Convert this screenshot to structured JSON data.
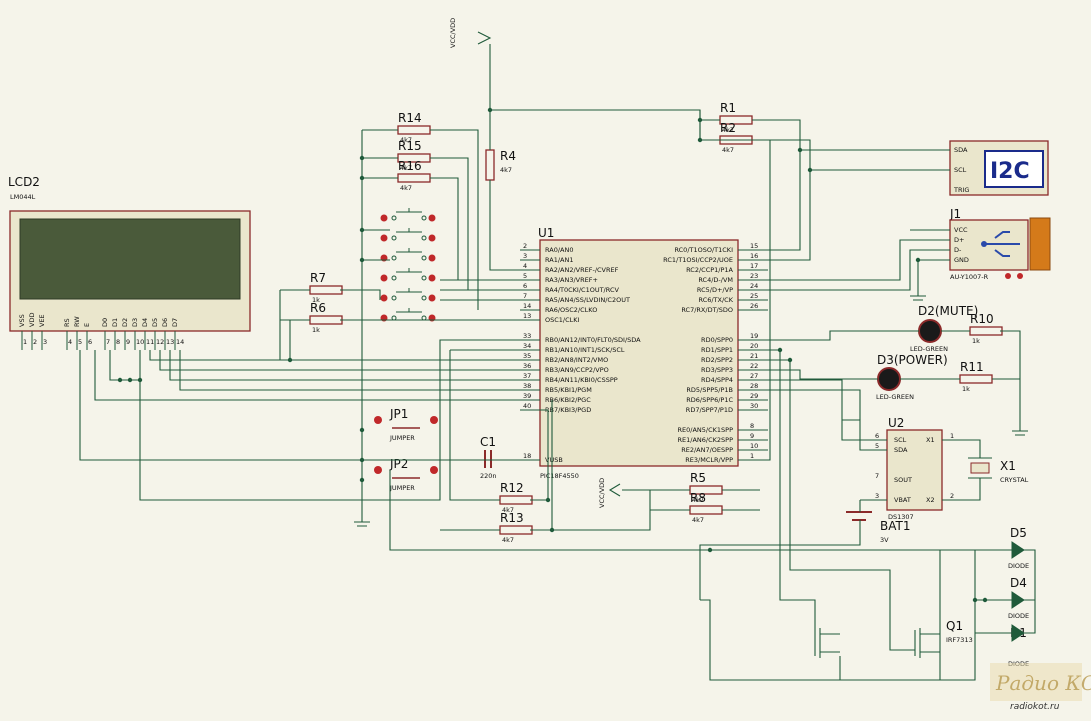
{
  "lcd": {
    "ref": "LCD2",
    "part": "LM044L",
    "pins": [
      "VSS",
      "VDD",
      "VEE",
      "RS",
      "RW",
      "E",
      "D0",
      "D1",
      "D2",
      "D3",
      "D4",
      "D5",
      "D6",
      "D7"
    ],
    "pinnums": [
      "1",
      "2",
      "3",
      "4",
      "5",
      "6",
      "7",
      "8",
      "9",
      "10",
      "11",
      "12",
      "13",
      "14"
    ]
  },
  "mcu": {
    "ref": "U1",
    "part": "PIC18F4550",
    "left": [
      [
        "2",
        "RA0/AN0"
      ],
      [
        "3",
        "RA1/AN1"
      ],
      [
        "4",
        "RA2/AN2/VREF-/CVREF"
      ],
      [
        "5",
        "RA3/AN3/VREF+"
      ],
      [
        "6",
        "RA4/T0CKI/C1OUT/RCV"
      ],
      [
        "7",
        "RA5/AN4/SS/LVDIN/C2OUT"
      ],
      [
        "14",
        "RA6/OSC2/CLKO"
      ],
      [
        "13",
        "OSC1/CLKI"
      ],
      [
        "33",
        "RB0/AN12/INT0/FLT0/SDI/SDA"
      ],
      [
        "34",
        "RB1/AN10/INT1/SCK/SCL"
      ],
      [
        "35",
        "RB2/AN8/INT2/VMO"
      ],
      [
        "36",
        "RB3/AN9/CCP2/VPO"
      ],
      [
        "37",
        "RB4/AN11/KBI0/CSSPP"
      ],
      [
        "38",
        "RB5/KBI1/PGM"
      ],
      [
        "39",
        "RB6/KBI2/PGC"
      ],
      [
        "40",
        "RB7/KBI3/PGD"
      ],
      [
        "18",
        "VUSB"
      ]
    ],
    "right": [
      [
        "15",
        "RC0/T1OSO/T1CKI"
      ],
      [
        "16",
        "RC1/T1OSI/CCP2/UOE"
      ],
      [
        "17",
        "RC2/CCP1/P1A"
      ],
      [
        "23",
        "RC4/D-/VM"
      ],
      [
        "24",
        "RC5/D+/VP"
      ],
      [
        "25",
        "RC6/TX/CK"
      ],
      [
        "26",
        "RC7/RX/DT/SDO"
      ],
      [
        "19",
        "RD0/SPP0"
      ],
      [
        "20",
        "RD1/SPP1"
      ],
      [
        "21",
        "RD2/SPP2"
      ],
      [
        "22",
        "RD3/SPP3"
      ],
      [
        "27",
        "RD4/SPP4"
      ],
      [
        "28",
        "RD5/SPP5/P1B"
      ],
      [
        "29",
        "RD6/SPP6/P1C"
      ],
      [
        "30",
        "RD7/SPP7/P1D"
      ],
      [
        "8",
        "RE0/AN5/CK1SPP"
      ],
      [
        "9",
        "RE1/AN6/CK2SPP"
      ],
      [
        "10",
        "RE2/AN7/OESPP"
      ],
      [
        "1",
        "RE3/MCLR/VPP"
      ]
    ]
  },
  "resistors": [
    {
      "ref": "R14",
      "val": "4k7"
    },
    {
      "ref": "R15",
      "val": "4k7"
    },
    {
      "ref": "R16",
      "val": "4k7"
    },
    {
      "ref": "R4",
      "val": "4k7"
    },
    {
      "ref": "R1",
      "val": "4k7"
    },
    {
      "ref": "R2",
      "val": "4k7"
    },
    {
      "ref": "R7",
      "val": "1k"
    },
    {
      "ref": "R6",
      "val": "1k"
    },
    {
      "ref": "R10",
      "val": "1k"
    },
    {
      "ref": "R11",
      "val": "1k"
    },
    {
      "ref": "R12",
      "val": "4k7"
    },
    {
      "ref": "R13",
      "val": "4k7"
    },
    {
      "ref": "R5",
      "val": "4k7"
    },
    {
      "ref": "R8",
      "val": "4k7"
    }
  ],
  "vcc": "VCC/VDD",
  "i2c": {
    "title": "I2C",
    "pins": [
      "SDA",
      "SCL",
      "TRIG"
    ]
  },
  "usb": {
    "ref": "J1",
    "part": "AU-Y1007-R",
    "pins": [
      "VCC",
      "D+",
      "D-",
      "GND"
    ]
  },
  "leds": [
    {
      "ref": "D2(MUTE)",
      "part": "LED-GREEN"
    },
    {
      "ref": "D3(POWER)",
      "part": "LED-GREEN"
    }
  ],
  "rtc": {
    "ref": "U2",
    "part": "DS1307",
    "left": [
      [
        "6",
        "SCL"
      ],
      [
        "5",
        "SDA"
      ],
      [
        "7",
        "SOUT"
      ],
      [
        "3",
        "VBAT"
      ]
    ],
    "right": [
      [
        "1",
        "X1"
      ],
      [
        "2",
        "X2"
      ]
    ]
  },
  "crystal": {
    "ref": "X1",
    "part": "CRYSTAL"
  },
  "battery": {
    "ref": "BAT1",
    "val": "3V"
  },
  "jumpers": [
    {
      "ref": "JP1",
      "part": "JUMPER"
    },
    {
      "ref": "JP2",
      "part": "JUMPER"
    }
  ],
  "cap": {
    "ref": "C1",
    "val": "220n"
  },
  "diodes": [
    {
      "ref": "D5",
      "part": "DIODE"
    },
    {
      "ref": "D4",
      "part": "DIODE"
    },
    {
      "ref": "D1",
      "part": "DIODE"
    }
  ],
  "mosfet": {
    "ref": "Q1",
    "part": "IRF7313"
  },
  "watermark": {
    "logo": "Радио КОТ",
    "url": "radiokot.ru"
  }
}
